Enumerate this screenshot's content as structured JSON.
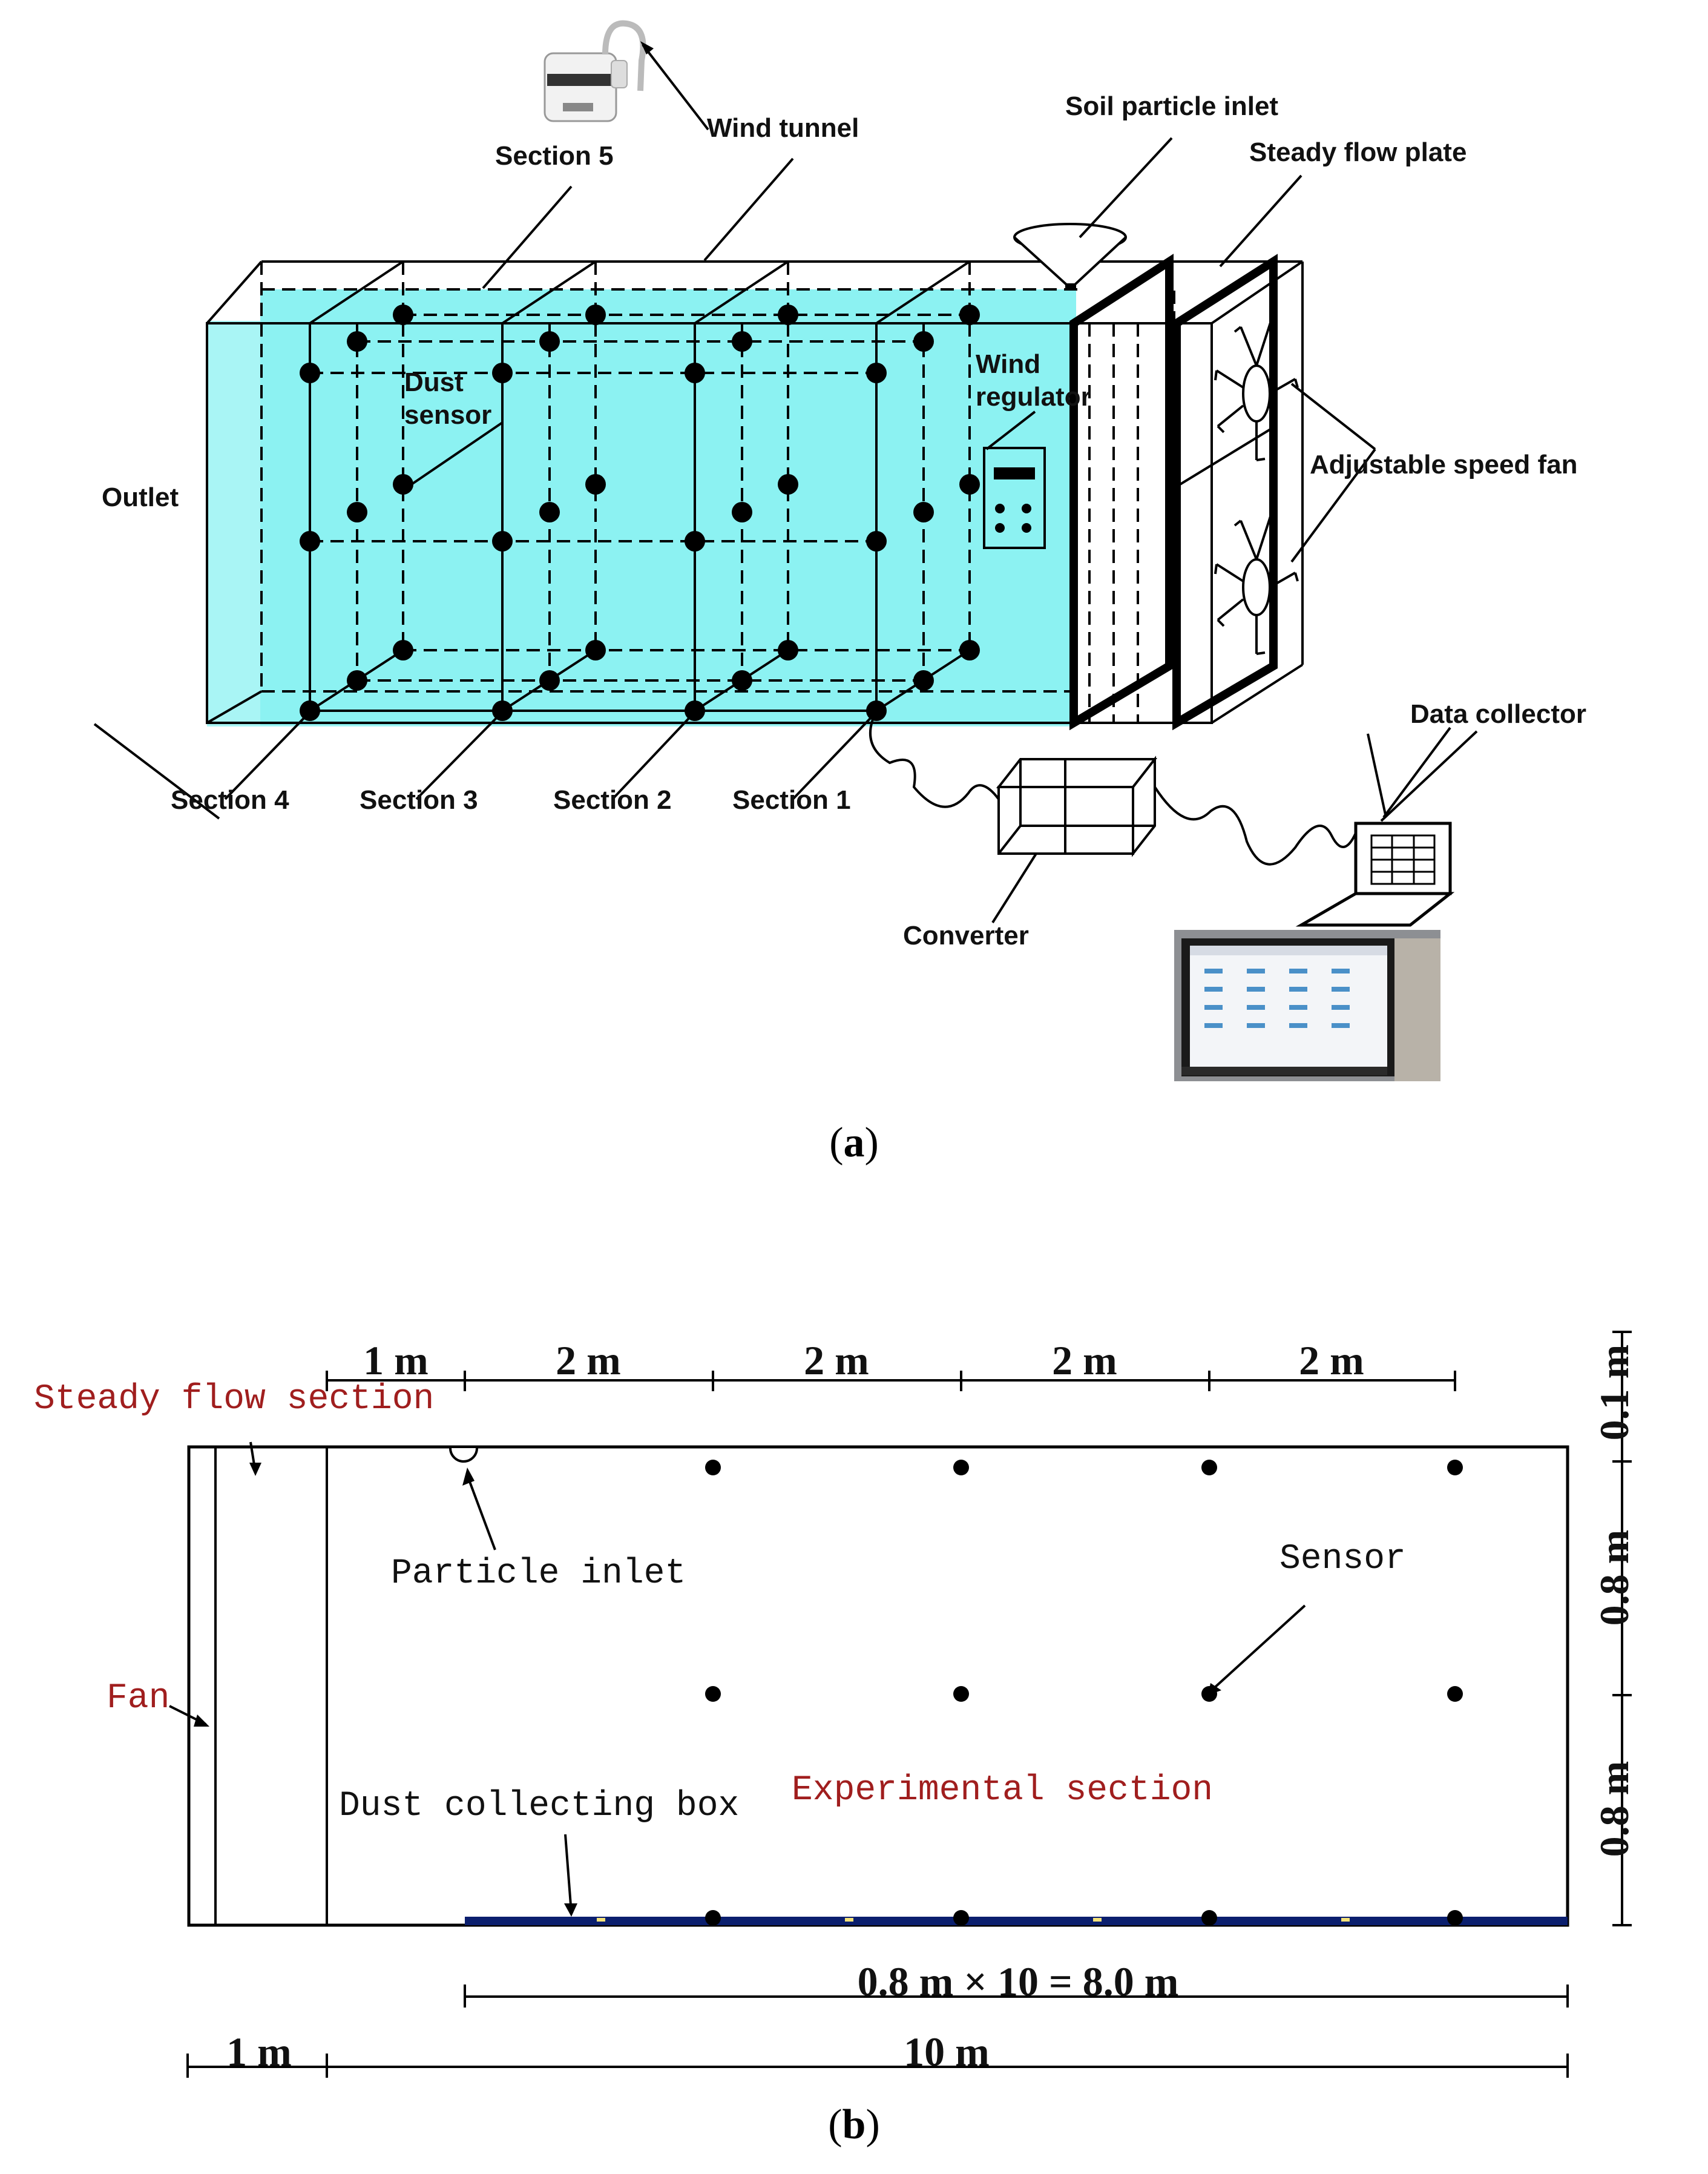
{
  "figure_a": {
    "labels": {
      "wind_tunnel": "Wind tunnel",
      "section5": "Section 5",
      "soil_particle_inlet": "Soil particle inlet",
      "steady_flow_plate": "Steady flow plate",
      "dust_sensor_1": "Dust",
      "dust_sensor_2": "sensor",
      "wind_regulator_1": "Wind",
      "wind_regulator_2": "regulator",
      "adjustable_speed_fan": "Adjustable speed fan",
      "outlet": "Outlet",
      "section4": "Section 4",
      "section3": "Section 3",
      "section2": "Section 2",
      "section1": "Section 1",
      "data_collector": "Data collector",
      "converter": "Converter"
    },
    "tunnel_color": "#8cf2f2",
    "caption_letter": "a"
  },
  "figure_b": {
    "labels": {
      "steady_flow_section": "Steady flow section",
      "particle_inlet": "Particle inlet",
      "sensor": "Sensor",
      "fan": "Fan",
      "dust_collecting_box": "Dust collecting box",
      "experimental_section": "Experimental section"
    },
    "top_dims": [
      "1 m",
      "2 m",
      "2 m",
      "2 m",
      "2 m"
    ],
    "right_dims": [
      "0.1 m",
      "0.8 m",
      "0.8 m"
    ],
    "bottom_dims": {
      "collector": "0.8 m × 10 = 8.0 m",
      "fan_len": "1 m",
      "total": "10 m"
    },
    "red_color": "#a01e1e",
    "box_color": "#0b1f6e",
    "caption_letter": "b"
  }
}
